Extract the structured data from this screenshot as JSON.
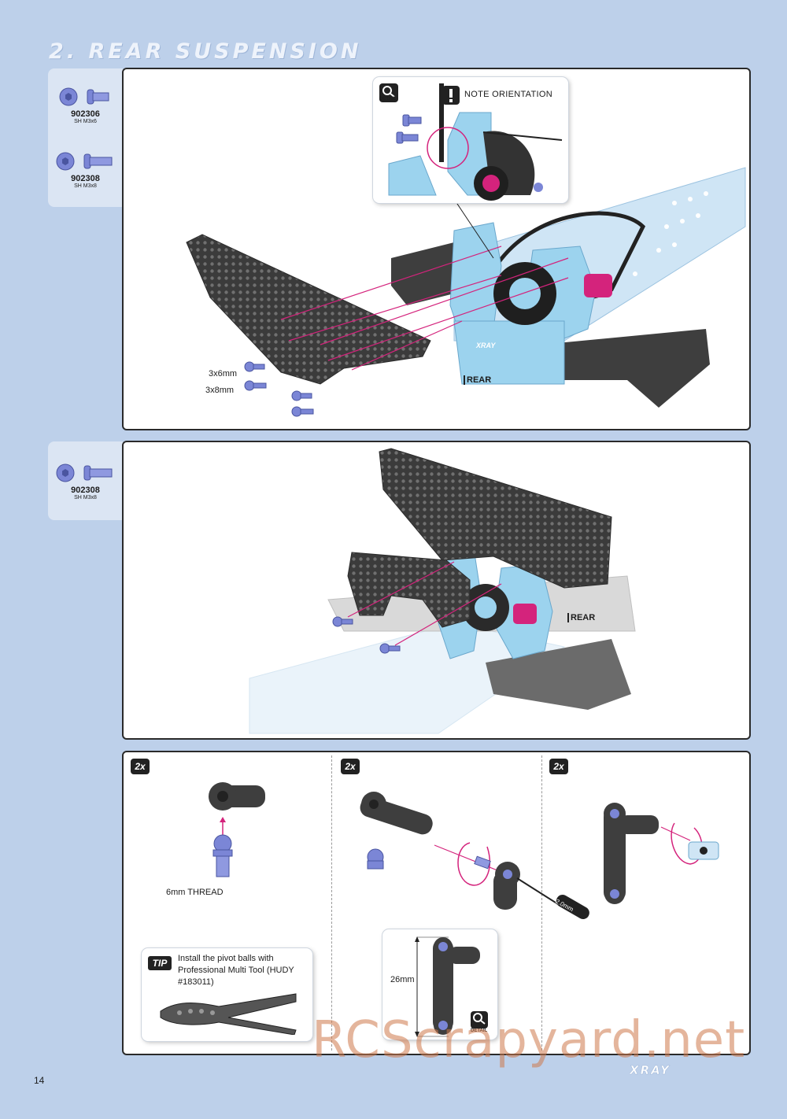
{
  "page": {
    "section_title": "2. REAR SUSPENSION",
    "page_number": "14",
    "watermark": "RCScrapyard.net",
    "brand": "XRAY"
  },
  "step1": {
    "parts": [
      {
        "code": "902306",
        "desc": "SH M3x6"
      },
      {
        "code": "902308",
        "desc": "SH M3x8"
      }
    ],
    "note": "NOTE ORIENTATION",
    "detail_icon": "DETAIL",
    "screw_label_6": "3x6mm",
    "screw_label_8": "3x8mm",
    "rear_label": "REAR",
    "xray_mark": "XRAY"
  },
  "step2": {
    "parts": [
      {
        "code": "902308",
        "desc": "SH M3x8"
      }
    ],
    "rear_label": "REAR"
  },
  "step3": {
    "badges": [
      "2x",
      "2x",
      "2x"
    ],
    "thread_label": "6mm THREAD",
    "hex_label": "2.0mm",
    "length_label": "26mm",
    "detail_icon": "DETAIL",
    "tip": {
      "badge": "TIP",
      "text": "Install the pivot balls with Professional Multi Tool (HUDY #183011)"
    }
  },
  "icons": [
    "detail-magnifier-icon",
    "exclamation-icon",
    "screw-head-icon",
    "screw-side-icon",
    "rotation-arrow-icon",
    "hex-driver-icon"
  ],
  "colors": {
    "background": "#bdd0ea",
    "tab": "#dbe5f3",
    "part_blue": "#9cd3ee",
    "carbon": "#3b3b3b",
    "accent": "#d4237c",
    "screw": "#7b86d6"
  }
}
